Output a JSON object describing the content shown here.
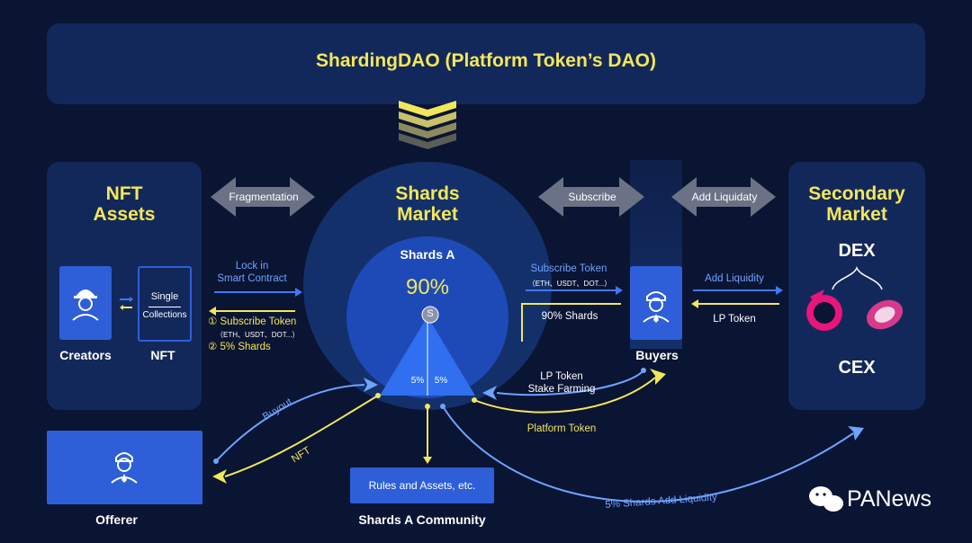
{
  "header": {
    "title": "ShardingDAO (Platform Token’s DAO)"
  },
  "left_panel": {
    "title_line1": "NFT",
    "title_line2": "Assets",
    "creators_label": "Creators",
    "nft_label": "NFT",
    "single": "Single",
    "collections": "Collections"
  },
  "center": {
    "title_line1": "Shards",
    "title_line2": "Market",
    "shards_a": "Shards A",
    "percent": "90%",
    "s_badge": "S",
    "left_slice": "5%",
    "right_slice": "5%"
  },
  "arrows": {
    "fragmentation": "Fragmentation",
    "subscribe": "Subscribe",
    "add_liquidaty": "Add Liquidaty"
  },
  "left_flow": {
    "lock_in_line1": "Lock in",
    "lock_in_line2": "Smart Contract",
    "subscribe_token": "① Subscribe Token",
    "currencies": "（ETH、USDT、DOT...）",
    "five_shards": "② 5% Shards"
  },
  "right_flow": {
    "subscribe_token": "Subscribe Token",
    "currencies": "（ETH、USDT、DOT...）",
    "ninety_shards": "90% Shards",
    "buyers": "Buyers",
    "add_liquidity": "Add Liquidity",
    "lp_token": "LP Token"
  },
  "secondary": {
    "title_line1": "Secondary",
    "title_line2": "Market",
    "dex": "DEX",
    "cex": "CEX"
  },
  "bottom": {
    "offerer": "Offerer",
    "buyout": "Buyout",
    "nft": "NFT",
    "rules": "Rules and  Assets, etc.",
    "community": "Shards A Community",
    "lp_staking_line1": "LP Token",
    "lp_staking_line2": "Stake Farming",
    "platform_token": "Platform Token",
    "add_liquidity_5": "5% Shards Add Liquidity"
  },
  "watermark": {
    "text": "PANews"
  },
  "colors": {
    "yellow": "#f2e75a",
    "blue": "#6ea3ff",
    "panel": "#13285a",
    "accent": "#2e5fd8"
  }
}
